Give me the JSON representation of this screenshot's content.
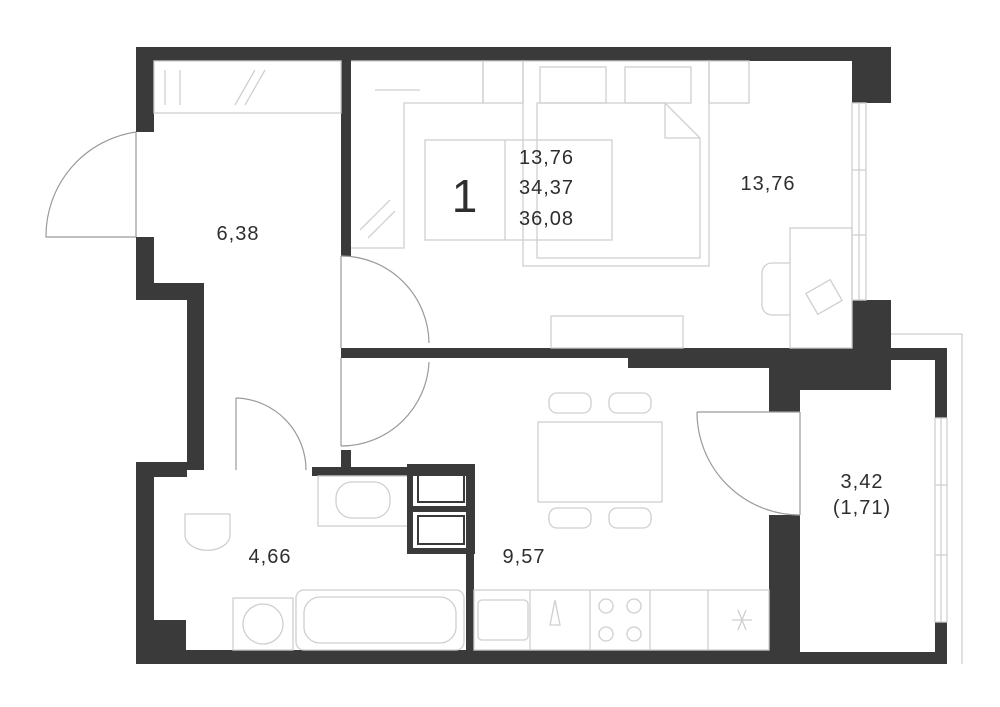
{
  "legend": {
    "rooms": "1",
    "living_area": "13,76",
    "total_area": "34,37",
    "total_area_with_balcony": "36,08"
  },
  "rooms": {
    "bedroom": "13,76",
    "hall": "6,38",
    "bathroom": "4,66",
    "kitchen": "9,57",
    "balcony": "3,42",
    "balcony_reduced": "(1,71)"
  },
  "colors": {
    "wall": "#3a3a3a",
    "furniture": "#cfcfcf"
  }
}
